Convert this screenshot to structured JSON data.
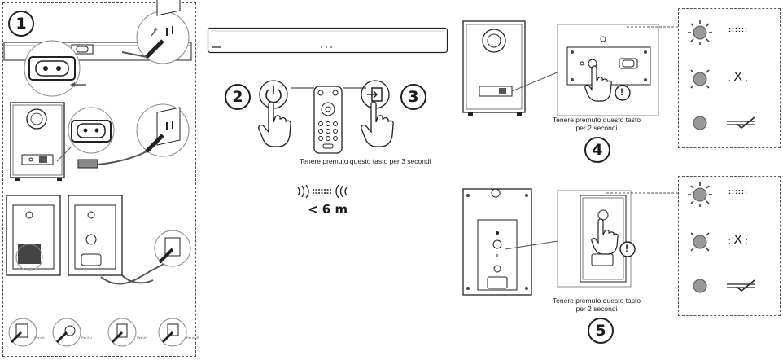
{
  "step1": {
    "number": "1",
    "plug_labels": [
      "Per UK",
      "Per EU",
      "Per US",
      "Per AUS"
    ]
  },
  "step2": {
    "number": "2",
    "icon": "power-icon"
  },
  "step3": {
    "number": "3",
    "icon": "input-icon"
  },
  "step4": {
    "number": "4"
  },
  "step5": {
    "number": "5"
  },
  "remote_caption": "Tenere premuto questo tasto per 3 secondi",
  "subwoofer_caption_line1": "Tenere premuto questo tasto",
  "subwoofer_caption_line2": "per 2 secondi",
  "rear_caption_line1": "Tenere premuto questo tasto",
  "rear_caption_line2": "per 2 secondi",
  "distance_label": "< 6 m",
  "warning_symbol": "!",
  "indicators": {
    "blinking_symbol": "::::::",
    "failed_symbol": "X",
    "connected_symbol": "✓"
  }
}
